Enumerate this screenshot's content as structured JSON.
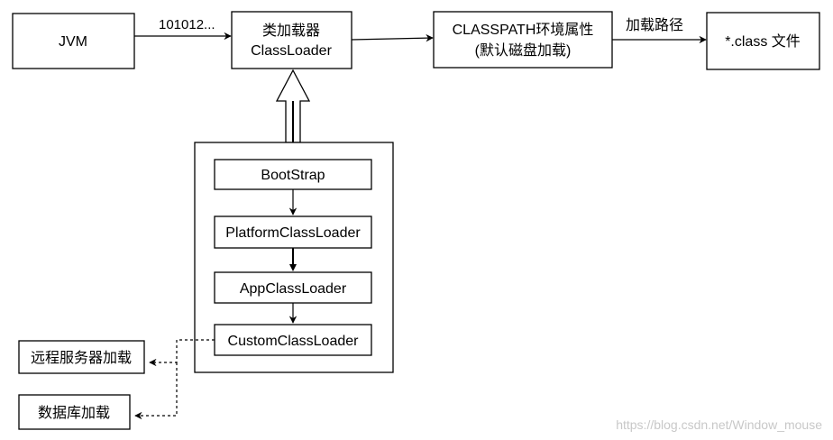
{
  "diagram": {
    "nodes": {
      "jvm": "JVM",
      "classloader_line1": "类加载器",
      "classloader_line2": "ClassLoader",
      "classpath_line1": "CLASSPATH环境属性",
      "classpath_line2": "(默认磁盘加载)",
      "class_file": "*.class 文件",
      "bootstrap": "BootStrap",
      "platform": "PlatformClassLoader",
      "app": "AppClassLoader",
      "custom": "CustomClassLoader",
      "remote": "远程服务器加载",
      "database": "数据库加载"
    },
    "edge_labels": {
      "bytes": "101012...",
      "load_path": "加载路径"
    },
    "watermark": "https://blog.csdn.net/Window_mouse"
  }
}
